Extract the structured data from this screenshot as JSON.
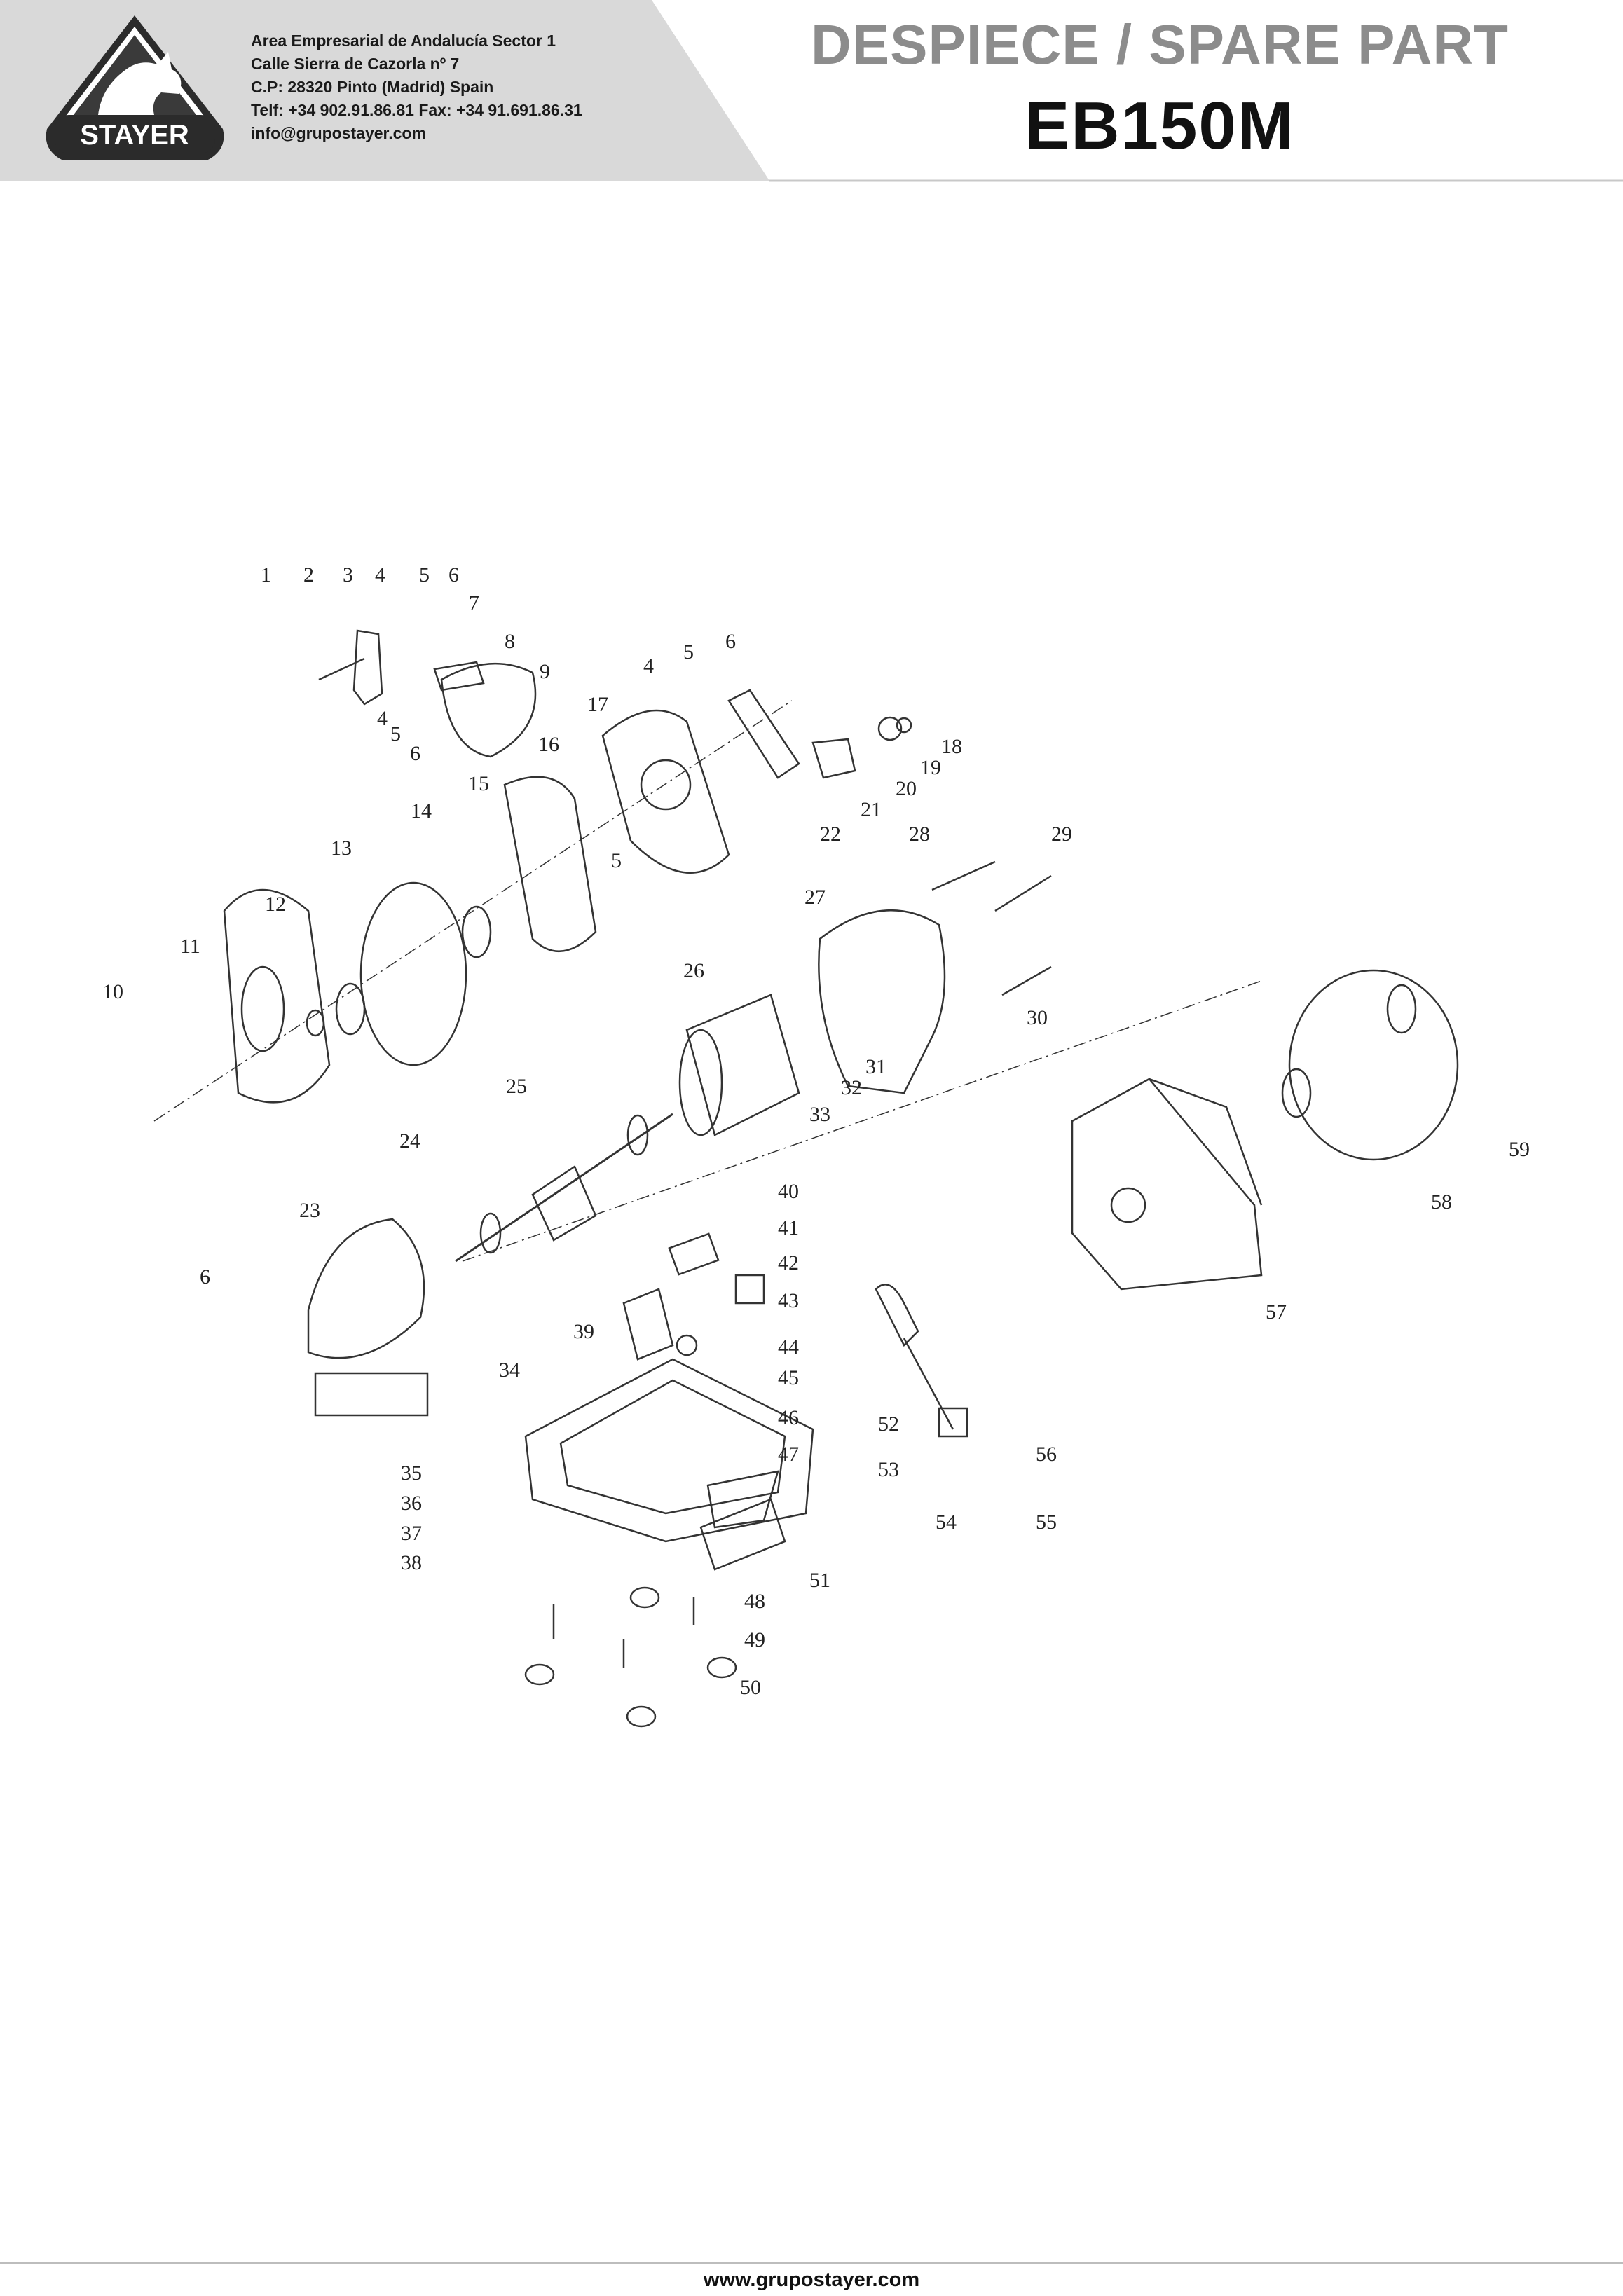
{
  "company": {
    "brand": "STAYER",
    "address_lines": [
      "Area Empresarial de Andalucía Sector 1",
      "Calle Sierra de Cazorla nº 7",
      "C.P: 28320 Pinto (Madrid) Spain",
      "Telf: +34 902.91.86.81 Fax: +34 91.691.86.31",
      "info@grupostayer.com"
    ]
  },
  "document": {
    "title": "DESPIECE / SPARE PART",
    "model": "EB150M"
  },
  "diagram": {
    "part_numbers": [
      "1",
      "2",
      "3",
      "4",
      "5",
      "6",
      "7",
      "8",
      "9",
      "6",
      "5",
      "4",
      "4",
      "5",
      "6",
      "17",
      "16",
      "15",
      "5",
      "18",
      "19",
      "20",
      "21",
      "22",
      "14",
      "13",
      "12",
      "11",
      "10",
      "28",
      "29",
      "27",
      "26",
      "31",
      "32",
      "33",
      "30",
      "25",
      "24",
      "23",
      "6",
      "34",
      "35",
      "36",
      "37",
      "38",
      "40",
      "41",
      "42",
      "43",
      "39",
      "44",
      "45",
      "46",
      "47",
      "48",
      "49",
      "50",
      "51",
      "52",
      "53",
      "54",
      "55",
      "56",
      "57",
      "58",
      "59"
    ]
  },
  "footer": {
    "url": "www.grupostayer.com"
  },
  "colors": {
    "header_band": "#d9d9d9",
    "title_gray": "#8c8c8c",
    "line_art": "#333333"
  }
}
